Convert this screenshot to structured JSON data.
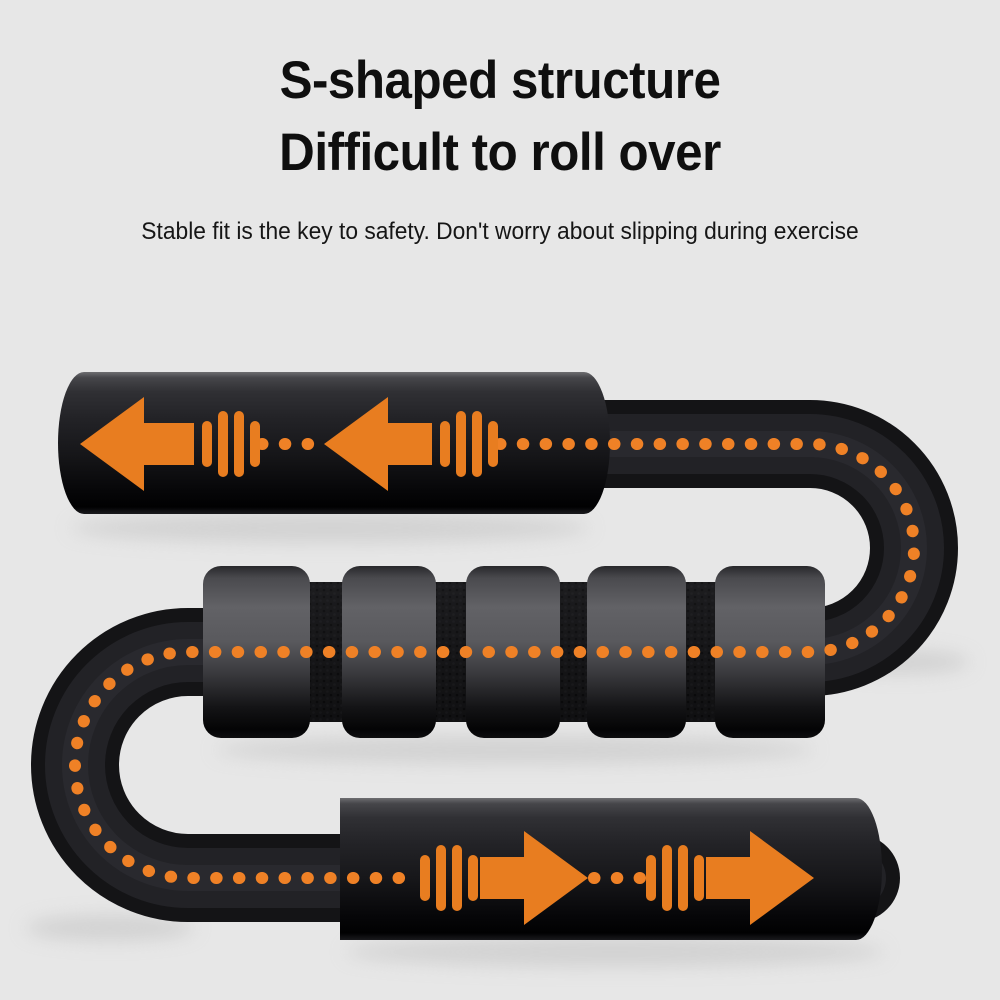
{
  "header": {
    "title_line1": "S-shaped structure",
    "title_line2": "Difficult to roll over",
    "subtitle": "Stable fit is the key to safety. Don't worry about slipping during exercise"
  },
  "colors": {
    "background": "#e7e7e7",
    "title_text": "#0f0f0f",
    "accent_orange": "#e87d20",
    "dot_orange": "#ef8126"
  },
  "illustration": {
    "product": "S-shaped push-up bar",
    "top_arrows_direction": "left",
    "top_arrows_count": 2,
    "bottom_arrows_direction": "right",
    "bottom_arrows_count": 2,
    "grip_rings_count": 5,
    "guide_line_style": "orange dotted S-curve along tube centerline"
  }
}
